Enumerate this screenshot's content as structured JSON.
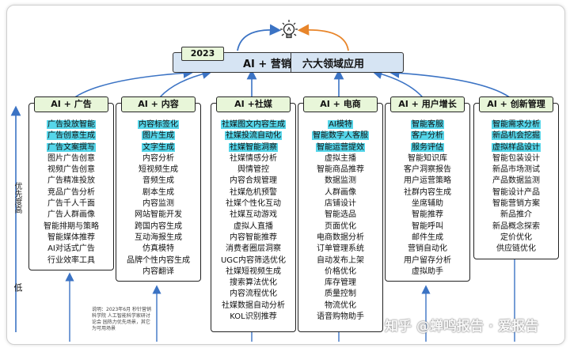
{
  "title": {
    "year": "2023",
    "main": "AI + 营销",
    "sub": "六大领域应用"
  },
  "axis": {
    "low_label": "低",
    "priority_label": "优先度高"
  },
  "colors": {
    "highlight": "#55d6ea",
    "header_bg": "#e8f6d9",
    "title_bg": "#d6e4f3",
    "arrow_blue": "#3b73c4",
    "arrow_orange": "#e8852a"
  },
  "columns": [
    {
      "header": "AI + 广告",
      "items": [
        {
          "text": "广告投放智能",
          "hl": true
        },
        {
          "text": "广告创意生成",
          "hl": true
        },
        {
          "text": "广告文案撰写",
          "hl": true
        },
        {
          "text": "图片广告创意",
          "hl": false
        },
        {
          "text": "视频广告创意",
          "hl": false
        },
        {
          "text": "广告精准投放",
          "hl": false
        },
        {
          "text": "竞品广告分析",
          "hl": false
        },
        {
          "text": "广告千人千面",
          "hl": false
        },
        {
          "text": "广告人群画像",
          "hl": false
        },
        {
          "text": "智能排期与策略",
          "hl": false
        },
        {
          "text": "智能媒体推荐",
          "hl": false
        },
        {
          "text": "AI对话式广告",
          "hl": false
        },
        {
          "text": "行业效率工具",
          "hl": false
        }
      ]
    },
    {
      "header": "AI + 内容",
      "items": [
        {
          "text": "内容标签化",
          "hl": true
        },
        {
          "text": "图片生成",
          "hl": true
        },
        {
          "text": "文字生成",
          "hl": true
        },
        {
          "text": "内容分析",
          "hl": false
        },
        {
          "text": "短视频生成",
          "hl": false
        },
        {
          "text": "音频生成",
          "hl": false
        },
        {
          "text": "剧本生成",
          "hl": false
        },
        {
          "text": "内容监测",
          "hl": false
        },
        {
          "text": "网站智能开发",
          "hl": false
        },
        {
          "text": "跨国内容生成",
          "hl": false
        },
        {
          "text": "互动海报生成",
          "hl": false
        },
        {
          "text": "仿真模特",
          "hl": false
        },
        {
          "text": "品牌个性内容生成",
          "hl": false
        },
        {
          "text": "内容翻译",
          "hl": false
        }
      ]
    },
    {
      "header": "AI +社媒",
      "items": [
        {
          "text": "社媒图文内容生成",
          "hl": true
        },
        {
          "text": "社媒投流自动化",
          "hl": true
        },
        {
          "text": "社媒智能洞察",
          "hl": true
        },
        {
          "text": "社媒情感分析",
          "hl": false
        },
        {
          "text": "舆情管控",
          "hl": false
        },
        {
          "text": "内容合规管理",
          "hl": false
        },
        {
          "text": "社媒危机预警",
          "hl": false
        },
        {
          "text": "社媒个性化互动",
          "hl": false
        },
        {
          "text": "社媒互动游戏",
          "hl": false
        },
        {
          "text": "虚拟人直播",
          "hl": false
        },
        {
          "text": "内容智能推荐",
          "hl": false
        },
        {
          "text": "消费者圈层洞察",
          "hl": false
        },
        {
          "text": "UGC内容筛选优化",
          "hl": false
        },
        {
          "text": "社媒短视频生成",
          "hl": false
        },
        {
          "text": "搜索算法优化",
          "hl": false
        },
        {
          "text": "内容流程优化",
          "hl": false
        },
        {
          "text": "社媒数据自动分析",
          "hl": false
        },
        {
          "text": "KOL识别推荐",
          "hl": false
        }
      ]
    },
    {
      "header": "AI + 电商",
      "items": [
        {
          "text": "AI模特",
          "hl": true
        },
        {
          "text": "智能数字人客服",
          "hl": true
        },
        {
          "text": "智能运营提效",
          "hl": true
        },
        {
          "text": "虚拟主播",
          "hl": false
        },
        {
          "text": "智能商品推荐",
          "hl": false
        },
        {
          "text": "数据监测",
          "hl": false
        },
        {
          "text": "人群画像",
          "hl": false
        },
        {
          "text": "店铺设计",
          "hl": false
        },
        {
          "text": "智能选品",
          "hl": false
        },
        {
          "text": "页面优化",
          "hl": false
        },
        {
          "text": "电商数据分析",
          "hl": false
        },
        {
          "text": "订单管理系统",
          "hl": false
        },
        {
          "text": "自动发布上架",
          "hl": false
        },
        {
          "text": "价格优化",
          "hl": false
        },
        {
          "text": "库存管理",
          "hl": false
        },
        {
          "text": "质量控制",
          "hl": false
        },
        {
          "text": "物流优化",
          "hl": false
        },
        {
          "text": "语音购物助手",
          "hl": false
        }
      ]
    },
    {
      "header": "AI + 用户增长",
      "items": [
        {
          "text": "智能客服",
          "hl": true
        },
        {
          "text": "客户分析",
          "hl": true
        },
        {
          "text": "服务评估",
          "hl": true
        },
        {
          "text": "智能知识库",
          "hl": false
        },
        {
          "text": "客户洞察报告",
          "hl": false
        },
        {
          "text": "用户运营策略",
          "hl": false
        },
        {
          "text": "社群内容生成",
          "hl": false
        },
        {
          "text": "坐席辅助",
          "hl": false
        },
        {
          "text": "智能推荐",
          "hl": false
        },
        {
          "text": "智能呼叫",
          "hl": false
        },
        {
          "text": "邮件生成",
          "hl": false
        },
        {
          "text": "营销自动化",
          "hl": false
        },
        {
          "text": "用户留存分析",
          "hl": false
        },
        {
          "text": "虚拟助手",
          "hl": false
        }
      ]
    },
    {
      "header": "AI + 创新管理",
      "items": [
        {
          "text": "智能需求分析",
          "hl": true
        },
        {
          "text": "新品机会挖掘",
          "hl": true
        },
        {
          "text": "虚拟样品设计",
          "hl": true
        },
        {
          "text": "智能包装设计",
          "hl": false
        },
        {
          "text": "新品市场测试",
          "hl": false
        },
        {
          "text": "产品数据监测",
          "hl": false
        },
        {
          "text": "智能设计产品",
          "hl": false
        },
        {
          "text": "智能营销方案",
          "hl": false
        },
        {
          "text": "新品推介",
          "hl": false
        },
        {
          "text": "新品概念探索",
          "hl": false
        },
        {
          "text": "定价优化",
          "hl": false
        },
        {
          "text": "供应链优化",
          "hl": false
        }
      ]
    }
  ],
  "note": "说明：2023年6月 秒针营销科学院 人工智能科学家研讨论会 园热力优先场景，其它为可用场景",
  "watermark": "知乎 @蝉鸣报告 · 爱报告"
}
